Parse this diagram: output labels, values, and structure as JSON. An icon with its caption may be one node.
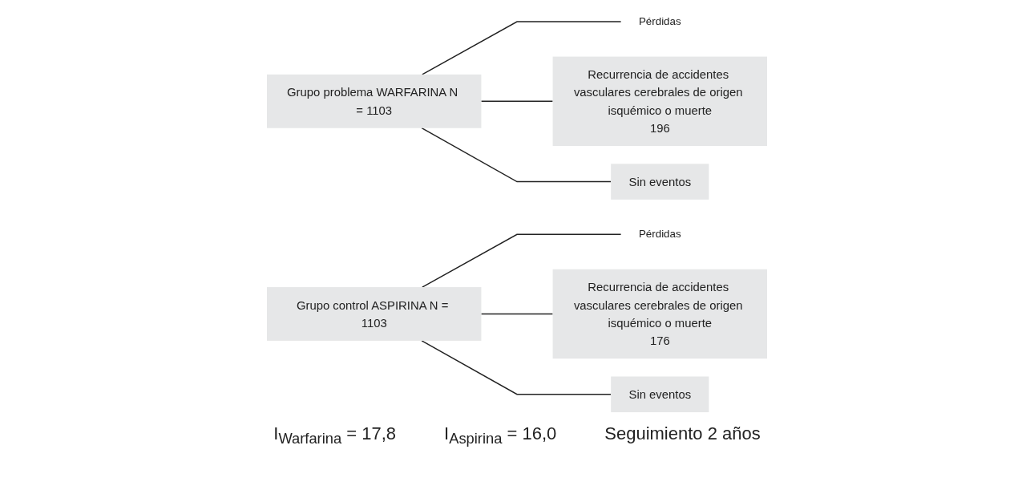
{
  "diagram": {
    "nodes": [
      {
        "text": [
          "Grupo problema WARFARINA N = 1103"
        ]
      },
      {
        "text": [
          "Pérdidas"
        ]
      },
      {
        "text": [
          "Recurrencia de accidentes vasculares cerebrales de origen isquémico o muerte",
          "196"
        ]
      },
      {
        "text": [
          "Sin eventos"
        ]
      },
      {
        "text": [
          "Grupo control ASPIRINA N = 1103"
        ]
      },
      {
        "text": [
          "Pérdidas"
        ]
      },
      {
        "text": [
          "Recurrencia de accidentes vasculares cerebrales de origen isquémico o muerte",
          "176"
        ]
      },
      {
        "text": [
          "Sin eventos"
        ]
      }
    ],
    "edges": [
      {
        "from": 0,
        "to": 1,
        "arrow": "none"
      },
      {
        "from": 0,
        "to": 2,
        "arrow": "none"
      },
      {
        "from": 0,
        "to": 3,
        "arrow": "none"
      },
      {
        "from": 4,
        "to": 5,
        "arrow": "none"
      },
      {
        "from": 4,
        "to": 6,
        "arrow": "none"
      },
      {
        "from": 4,
        "to": 7,
        "arrow": "none"
      }
    ],
    "labels": [
      "I$_{Warfarina}$ = 17,8",
      "I$_{Aspirina}$ = 16,0",
      "Seguimiento 2 años"
    ]
  }
}
